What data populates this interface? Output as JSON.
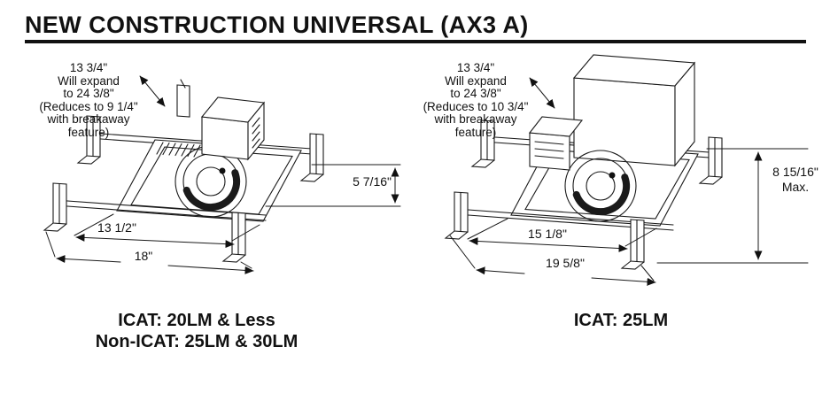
{
  "page": {
    "title": "NEW CONSTRUCTION UNIVERSAL (AX3 A)"
  },
  "left": {
    "note_lines": [
      "13 3/4\"",
      "Will expand",
      "to 24 3/8\"",
      "(Reduces to 9 1/4\"",
      "with breakaway",
      "feature)"
    ],
    "dim_height": "5 7/16\"",
    "dim_width_inner": "13 1/2\"",
    "dim_width_outer": "18\"",
    "caption": [
      "ICAT: 20LM & Less",
      "Non-ICAT: 25LM & 30LM"
    ]
  },
  "right": {
    "note_lines": [
      "13 3/4\"",
      "Will expand",
      "to 24 3/8\"",
      "(Reduces to 10 3/4\"",
      "with breakaway",
      "feature)"
    ],
    "dim_height": [
      "8 15/16\"",
      "Max."
    ],
    "dim_width_inner": "15 1/8\"",
    "dim_width_outer": "19 5/8\"",
    "caption": [
      "ICAT: 25LM"
    ]
  }
}
